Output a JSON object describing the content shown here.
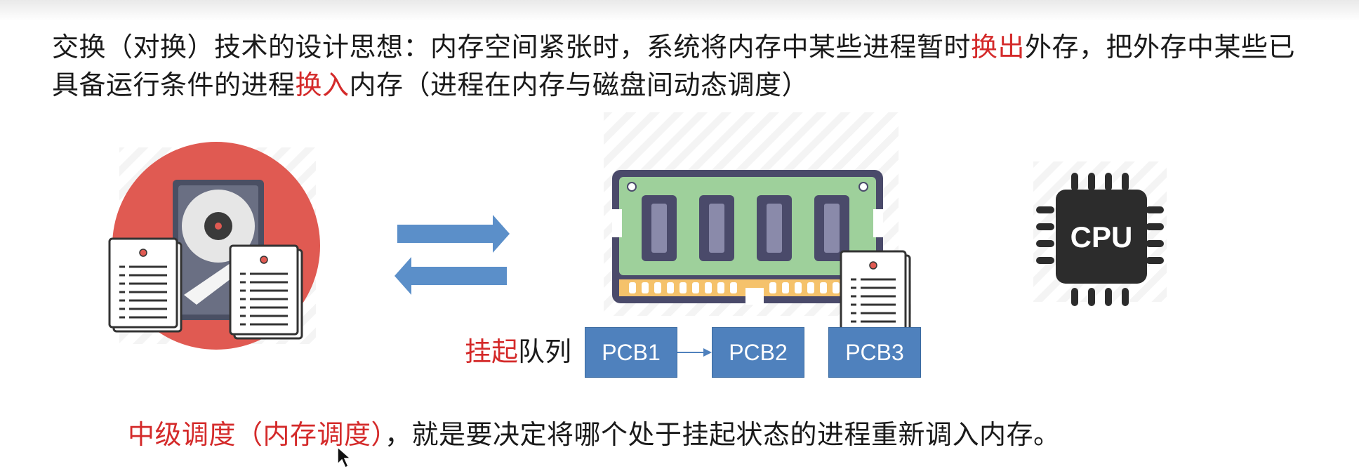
{
  "text": {
    "intro_part1": "交换（对换）技术的设计思想：内存空间紧张时，系统将内存中某些进程暂时",
    "intro_red1": "换出",
    "intro_part2": "外存，把外存中某些已具备运行条件的进程",
    "intro_red2": "换入",
    "intro_part3": "内存（进程在内存与磁盘间动态调度）",
    "queue_red": "挂起",
    "queue_rest": "队列",
    "bottom_red": "中级调度（内存调度）",
    "bottom_rest": "，就是要决定将哪个处于挂起状态的进程重新调入内存。"
  },
  "pcbs": [
    "PCB1",
    "PCB2",
    "PCB3"
  ],
  "cpu_label": "CPU",
  "colors": {
    "red_text": "#d42a2a",
    "pcb_blue": "#4f81bd",
    "arrow_blue": "#5b8fc9",
    "disk_circle": "#e05a52",
    "ram_green": "#9ed09b",
    "ram_border": "#4a4a6a",
    "chip": "#2c2c2c"
  },
  "icons": [
    "hard-disk-icon",
    "document-icon",
    "swap-arrows-icon",
    "memory-module-icon",
    "cpu-icon",
    "cursor-icon"
  ]
}
